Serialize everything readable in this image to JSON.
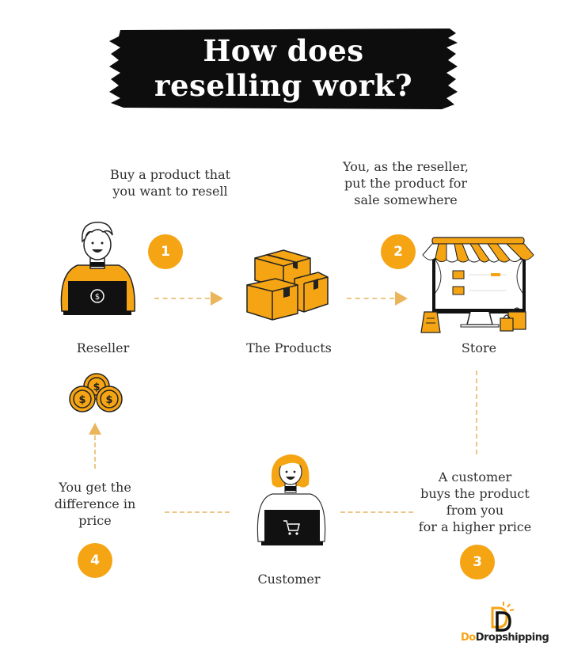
{
  "title": {
    "line1": "How does",
    "line2": "reselling work?"
  },
  "steps": [
    {
      "number": "1",
      "caption_lines": [
        "Buy a product that",
        "you want to resell"
      ]
    },
    {
      "number": "2",
      "caption_lines": [
        "You, as the reseller,",
        "put the product for",
        "sale somewhere"
      ]
    },
    {
      "number": "3",
      "caption_lines": [
        "A customer",
        "buys the product",
        "from you",
        "for a higher price"
      ]
    },
    {
      "number": "4",
      "caption_lines": [
        "You get the",
        "difference in",
        "price"
      ]
    }
  ],
  "nodes": {
    "reseller": {
      "label": "Reseller",
      "icon": "person-with-laptop-dollar-icon"
    },
    "products": {
      "label": "The Products",
      "icon": "boxes-icon"
    },
    "store": {
      "label": "Store",
      "icon": "storefront-monitor-icon"
    },
    "customer": {
      "label": "Customer",
      "icon": "person-with-laptop-cart-icon"
    },
    "money": {
      "icon": "coins-icon"
    }
  },
  "brand": {
    "logo_prefix": "Do",
    "logo_suffix": "Dropshipping",
    "accent_color": "#f5a414",
    "dash_color": "#ecc687"
  }
}
